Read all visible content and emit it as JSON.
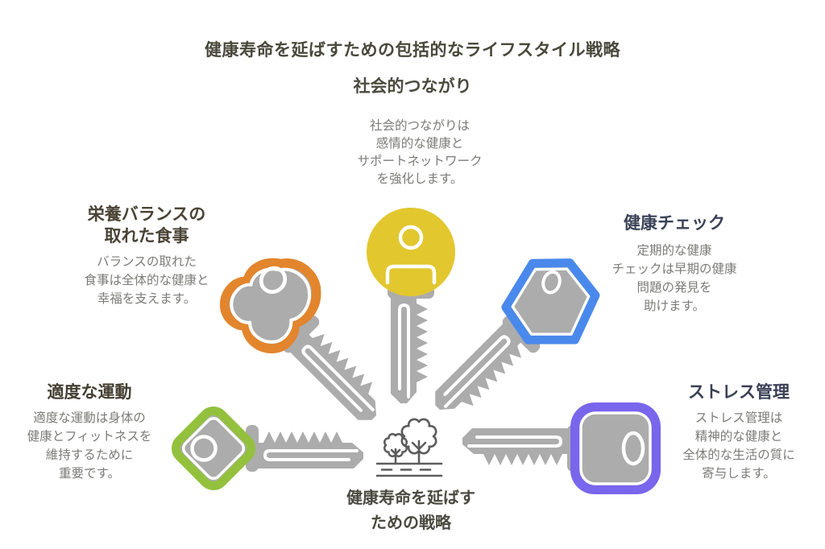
{
  "title": {
    "text": "健康寿命を延ばすための包括的なライフスタイル戦略",
    "color": "#49483B"
  },
  "center": {
    "label": "健康寿命を延ばす\nための戦略",
    "color": "#4A4940",
    "icon": "trees-ground-icon"
  },
  "palette": {
    "key_gray": "#ACACAC",
    "outline_white": "#FFFFFF",
    "tree_stroke": "#5C5C5C",
    "background": "#FFFFFF"
  },
  "items": [
    {
      "id": "social-connection",
      "position": "top",
      "heading": "社会的つながり",
      "heading_color": "#4B4A3E",
      "description": "社会的つながりは\n感情的な健康と\nサポートネットワーク\nを強化します。",
      "color": "#E2C72F",
      "icon": "round-key-icon"
    },
    {
      "id": "balanced-diet",
      "position": "upper-left",
      "heading": "栄養バランスの\n取れた食事",
      "heading_color": "#4A4335",
      "description": "バランスの取れた\n食事は全体的な健康と\n幸福を支えます。",
      "color": "#E2852D",
      "icon": "clover-key-icon"
    },
    {
      "id": "health-check",
      "position": "upper-right",
      "heading": "健康チェック",
      "heading_color": "#3B4257",
      "description": "定期的な健康\nチェックは早期の健康\n問題の発見を\n助けます。",
      "color": "#4A89EC",
      "icon": "hexagon-key-icon"
    },
    {
      "id": "moderate-exercise",
      "position": "lower-left",
      "heading": "適度な運動",
      "heading_color": "#443F32",
      "description": "適度な運動は身体の\n健康とフィットネスを\n維持するために\n重要です。",
      "color": "#93C13E",
      "icon": "diamond-key-icon"
    },
    {
      "id": "stress-management",
      "position": "lower-right",
      "heading": "ストレス管理",
      "heading_color": "#3A3F55",
      "description": "ストレス管理は\n精神的な健康と\n全体的な生活の質に\n寄与します。",
      "color": "#7866EC",
      "icon": "rounded-square-key-icon"
    }
  ]
}
